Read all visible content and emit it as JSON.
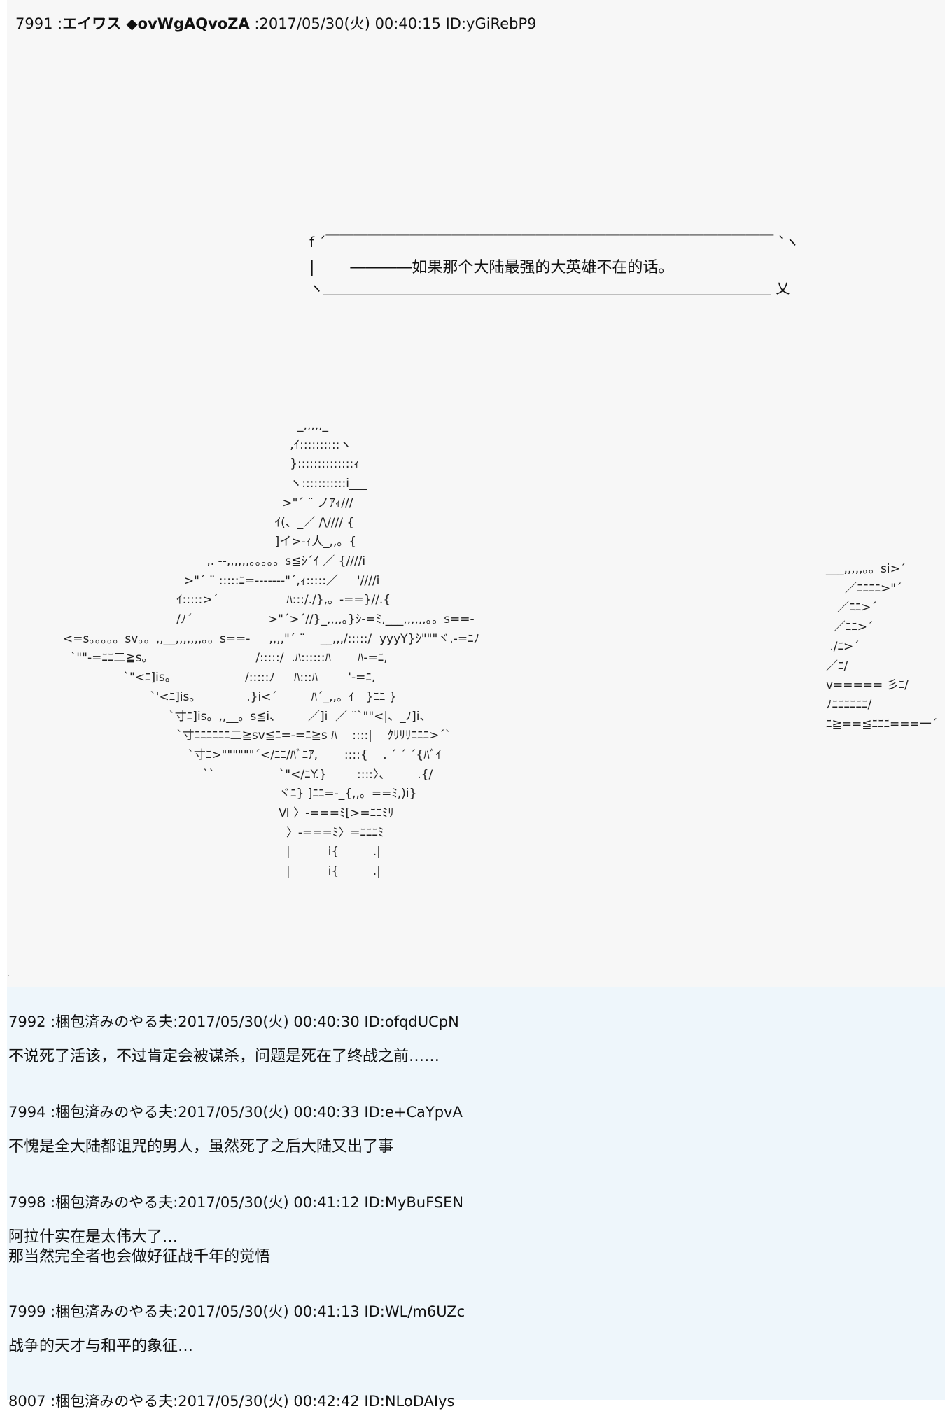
{
  "main_post": {
    "number": "7991",
    "name": "エイワス ◆ovWgAQvoZA",
    "datetime": "2017/05/30(火) 00:40:15",
    "id": "ID:yGiRebP9",
    "bubble": {
      "top": "f ´￣￣￣￣￣￣￣￣￣￣￣￣￣￣￣￣￣￣￣￣￣￣￣￣￣￣￣￣￣￣￣￣ `ヽ",
      "middle": "|　　 ――――如果那个大陆最强的大英雄不在的话。",
      "bottom": "ヽ＿＿＿＿＿＿＿＿＿＿＿＿＿＿＿＿＿＿＿＿＿＿＿＿＿＿＿＿＿＿＿＿ 乂"
    },
    "ascii_art": [
      "                                                              _,,,,,_",
      "                                                            ,ｲ::::::::::ヽ",
      "                                                            }::::::::::::::ｨ",
      "                                                            ヽ:::::::::::i___",
      "                                                          >\"´ ¨ ノｱｨ///",
      "                                                        ｲ(、_／ /\\//// {",
      "                                                        ]イ>-ｨ人_,,。{",
      "                                      ,. --,,,,,,。。。。。s≦ｼ´ｲ ／ {////i",
      "                                >\"´ ¨ :::::ﾆ=------‐\"´,ｨ:::::／     '////i",
      "                              ｲ:::::>´                  ﾊ:::/./},。-==}//.{",
      "                              /ﾉ´                    >\"´>´//}_,,,,。}ｼ-=ﾐ,___,,,,,,。。s==‐",
      "<=s。。。。。sv。。,,__,,,,,,,。。s==‐     ,,,,\"´ ¨    __,,,/:::::/  yyyY}ｼ\"\"\"ヾ.-=ﾆﾉ",
      "  `\"\"-=ﾆﾆ二≧s。                           /:::::/  .ﾊ::::::ﾊ       ﾊ-=ﾆ,",
      "                `\"<ﾆ]is。                  /:::::ﾉ     ﾊ:::ﾊ        '-=ﾆ,",
      "                       `'<ﾆ]is。            .}i<´         ﾊ´_,,。ｲ   }ﾆﾆ }",
      "                            `寸ﾆ]is。,,__。s≦i、       ／]i  ／ ¨`\"\"<|、_ﾉ]i、",
      "                              `寸ﾆﾆﾆﾆﾆﾆ二≧sv≦ﾆ=-=ﾆ≧s ﾊ    ::::|    ｸﾘﾘﾘﾆﾆﾆ>´`",
      "                                 `寸ﾆ>\"\"\"\"\"\"´</ﾆﾆ/ﾊﾞﾆｱ,       ::::{    . ´ ´ ´{ﾊﾞｲ",
      "                                     ``                 `\"</ﾆY.}        ::::〉、       .{/",
      "                                                         ヾﾆ} ]ﾆﾆ=-_{,,。==ﾐ,)i}",
      "                                                         Ⅵ 〉-===ﾐ[>=ﾆﾆﾐﾘ",
      "                                                           〉-===ﾐ〉=ﾆﾆﾆﾐ",
      "                                                           |          i{         .|",
      "                                                           |          i{         .|"
    ],
    "ascii_art_right": [
      "___,,,,,。。si>´",
      "     ／ﾆﾆﾆﾆ>\"´",
      "   ／ﾆﾆ>´",
      "  ／ﾆﾆ>´",
      " ./ﾆ>´",
      "／ﾆ/",
      "v===== 彡ﾆ/",
      "ﾉﾆﾆﾆﾆﾆﾆ/",
      "ﾆ≧==≦ﾆﾆﾆ===一´"
    ],
    "trailing_mark": "."
  },
  "replies": [
    {
      "number": "7992",
      "name": "梱包済みのやる夫",
      "datetime": "2017/05/30(火) 00:40:30",
      "id": "ID:ofqdUCpN",
      "lines": [
        "不说死了活该，不过肯定会被谋杀，问题是死在了终战之前……"
      ]
    },
    {
      "number": "7994",
      "name": "梱包済みのやる夫",
      "datetime": "2017/05/30(火) 00:40:33",
      "id": "ID:e+CaYpvA",
      "lines": [
        "不愧是全大陆都诅咒的男人，虽然死了之后大陆又出了事"
      ]
    },
    {
      "number": "7998",
      "name": "梱包済みのやる夫",
      "datetime": "2017/05/30(火) 00:41:12",
      "id": "ID:MyBuFSEN",
      "lines": [
        "阿拉什实在是太伟大了…",
        "那当然完全者也会做好征战千年的觉悟"
      ]
    },
    {
      "number": "7999",
      "name": "梱包済みのやる夫",
      "datetime": "2017/05/30(火) 00:41:13",
      "id": "ID:WL/m6UZc",
      "lines": [
        "战争的天才与和平的象征…"
      ]
    },
    {
      "number": "8007",
      "name": "梱包済みのやる夫",
      "datetime": "2017/05/30(火) 00:42:42",
      "id": "ID:NLoDAIys",
      "lines": []
    }
  ]
}
